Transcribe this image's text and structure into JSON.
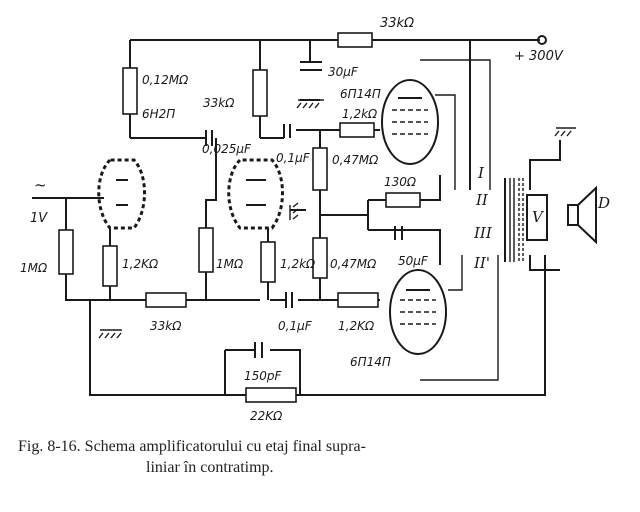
{
  "labels": {
    "r_feedback_top": "33kΩ",
    "supply": "+ 300V",
    "r_load_1": "0,12MΩ",
    "tube_1": "6H2П",
    "r_load_2": "33kΩ",
    "c_supply": "30μF",
    "tube_3": "6П14П",
    "r_grid_3": "1,2kΩ",
    "c_coupling_1": "0,025μF",
    "c_coupling_2": "0,1μF",
    "r_grid_leak_1": "0,47MΩ",
    "r_cathode_out": "130Ω",
    "input_symbol": "~",
    "input_level": "1V",
    "r_input": "1MΩ",
    "r_cathode_1": "1,2KΩ",
    "r_grid_2": "1MΩ",
    "r_cathode_2": "1,2kΩ",
    "r_grid_leak_2": "0,47MΩ",
    "c_cathode_out": "50μF",
    "winding_1": "I",
    "winding_2": "II",
    "winding_3": "III",
    "winding_4": "II'",
    "winding_5": "V",
    "speaker": "D",
    "r_feedback_bottom": "33kΩ",
    "c_coupling_3": "0,1μF",
    "r_grid_4": "1,2KΩ",
    "tube_4": "6П14П",
    "c_feedback": "150pF",
    "r_feedback_loop": "22KΩ"
  },
  "caption": {
    "line1": "Fig. 8-16. Schema amplificatorului cu etaj final supra-",
    "line2": "liniar în contratimp."
  }
}
